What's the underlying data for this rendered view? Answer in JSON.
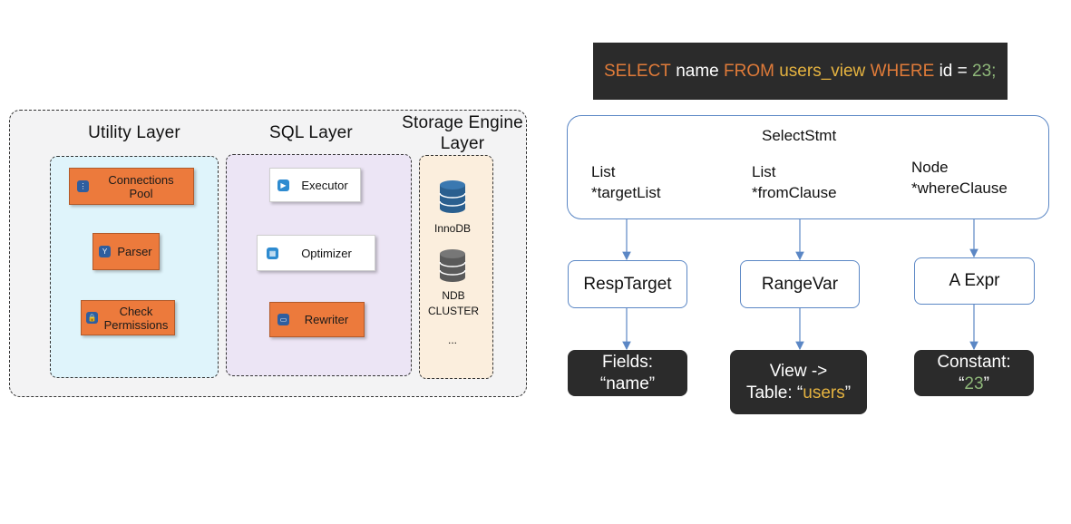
{
  "engine": {
    "layers": {
      "utility": "Utility Layer",
      "sql": "SQL Layer",
      "storage_line1": "Storage Engine",
      "storage_line2": "Layer"
    },
    "utility_boxes": {
      "connections_line1": "Connections",
      "connections_line2": "Pool",
      "parser": "Parser",
      "check_line1": "Check",
      "check_line2": "Permissions"
    },
    "sql_boxes": {
      "executor": "Executor",
      "optimizer": "Optimizer",
      "rewriter": "Rewriter"
    },
    "storage": {
      "innodb": "InnoDB",
      "ndb_line1": "NDB",
      "ndb_line2": "CLUSTER",
      "more": "..."
    }
  },
  "query": {
    "select": "SELECT",
    "name": " name ",
    "from": "FROM",
    "table": " users_view ",
    "where": "WHERE",
    "cond": " id = ",
    "value": "23;"
  },
  "parse_tree": {
    "root": {
      "title": "SelectStmt",
      "fields": [
        {
          "type": "List",
          "name": "*targetList"
        },
        {
          "type": "List",
          "name": "*fromClause"
        },
        {
          "type": "Node",
          "name": "*whereClause"
        }
      ]
    },
    "nodes": {
      "resp_target": "RespTarget",
      "range_var": "RangeVar",
      "a_expr": "A Expr"
    },
    "leaves": {
      "fields_line1": "Fields:",
      "fields_line2": "“name”",
      "view_line1": "View ->",
      "view_line2_prefix": "Table: “",
      "view_line2_value": "users",
      "view_line2_suffix": "”",
      "constant_line1": "Constant:",
      "constant_open": "“",
      "constant_value": "23",
      "constant_close": "”"
    }
  },
  "colors": {
    "keyword": "#e07b39",
    "table_name": "#e5b340",
    "number": "#8fb87a",
    "orange_box": "#ec7a3c",
    "node_border": "#5b87c5"
  }
}
